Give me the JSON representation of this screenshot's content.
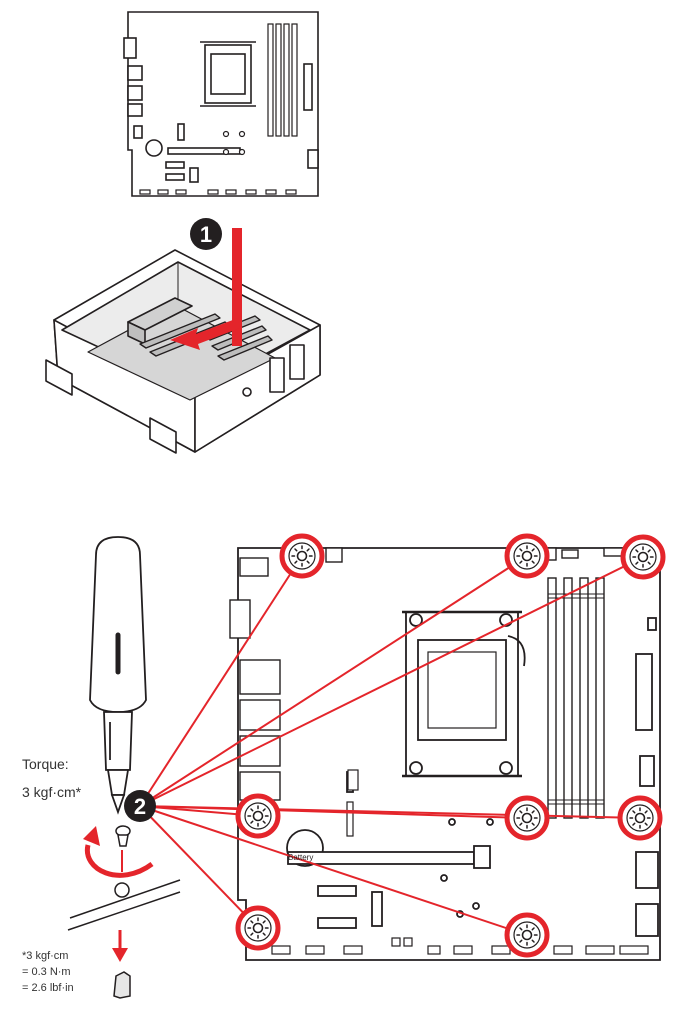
{
  "steps": {
    "one": "1",
    "two": "2"
  },
  "torque": {
    "label": "Torque:",
    "value": "3 kgf·cm*"
  },
  "footnote": {
    "line1": "*3 kgf·cm",
    "line2": "= 0.3 N·m",
    "line3": "= 2.6 lbf·in"
  },
  "board_label": {
    "battery": "Battery"
  },
  "colors": {
    "accent_red": "#e4252b",
    "line": "#231f20",
    "badge": "#231f20",
    "light_gray": "#d6d6d6"
  },
  "mount_holes_count": 8
}
